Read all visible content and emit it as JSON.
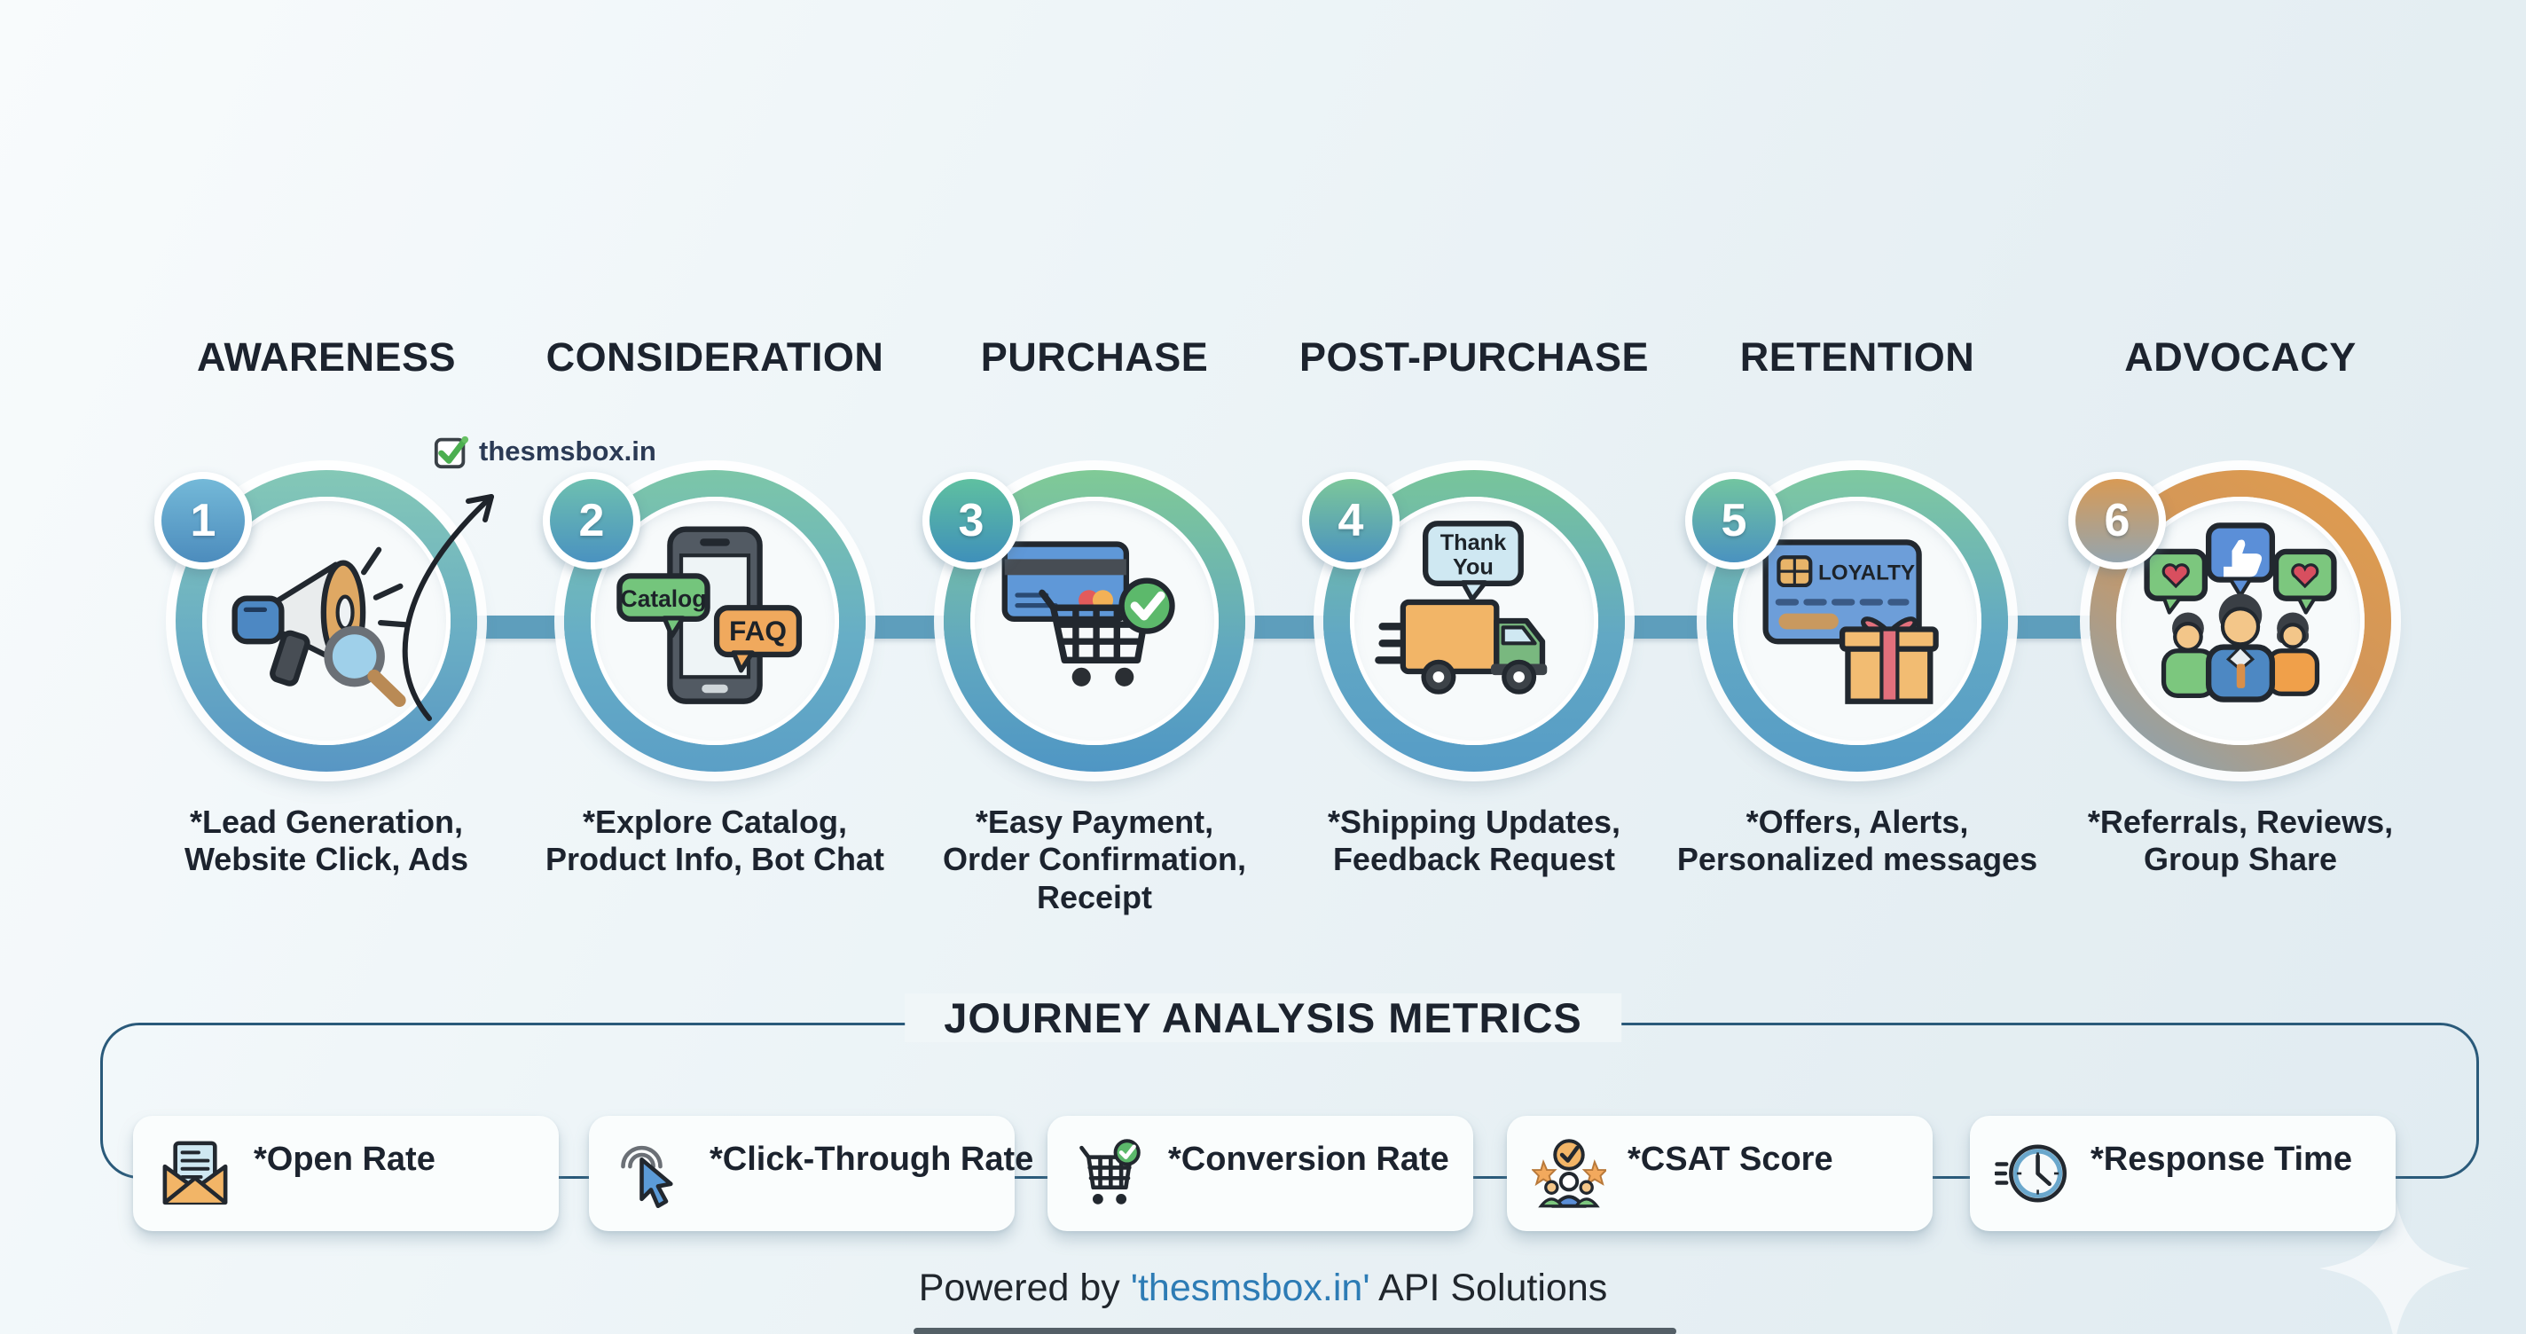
{
  "stages": [
    {
      "number": "1",
      "label": "AWARENESS",
      "icon": "megaphone-search-icon",
      "description_lines": [
        "*Lead Generation,",
        "Website Click, Ads"
      ]
    },
    {
      "number": "2",
      "label": "CONSIDERATION",
      "icon": "phone-catalog-faq-icon",
      "description_lines": [
        "*Explore Catalog,",
        "Product Info, Bot Chat"
      ]
    },
    {
      "number": "3",
      "label": "PURCHASE",
      "icon": "card-cart-check-icon",
      "description_lines": [
        "*Easy Payment,",
        "Order Confirmation,",
        "Receipt"
      ]
    },
    {
      "number": "4",
      "label": "POST-PURCHASE",
      "icon": "thank-you-truck-icon",
      "description_lines": [
        "*Shipping Updates,",
        "Feedback Request"
      ]
    },
    {
      "number": "5",
      "label": "RETENTION",
      "icon": "loyalty-card-gift-icon",
      "description_lines": [
        "*Offers, Alerts,",
        "Personalized messages"
      ]
    },
    {
      "number": "6",
      "label": "ADVOCACY",
      "icon": "people-likes-hearts-icon",
      "description_lines": [
        "*Referrals, Reviews,",
        "Group Share"
      ]
    }
  ],
  "stage_icon_text": {
    "catalog_bubble": "Catalog",
    "faq_bubble": "FAQ",
    "thank_you_line1": "Thank",
    "thank_you_line2": "You",
    "loyalty_card": "LOYALTY"
  },
  "brand_badge": {
    "label": "thesmsbox.in",
    "icon": "checkbox-check-icon"
  },
  "metrics_section": {
    "title": "JOURNEY ANALYSIS METRICS",
    "items": [
      {
        "label": "*Open Rate",
        "icon": "open-envelope-icon"
      },
      {
        "label": "*Click-Through Rate",
        "icon": "cursor-click-icon"
      },
      {
        "label": "*Conversion Rate",
        "icon": "cart-check-icon"
      },
      {
        "label": "*CSAT Score",
        "icon": "csat-stars-icon"
      },
      {
        "label": "*Response Time",
        "icon": "clock-icon"
      }
    ]
  },
  "footer": {
    "prefix": "Powered by ",
    "brand": "'thesmsbox.in'",
    "suffix": " API Solutions"
  },
  "colors": {
    "background": "#ecf4f7",
    "connector": "#5e9ebc",
    "bracket": "#2a5a7a",
    "ring_teal": "#7cc6a8",
    "ring_blue": "#5896c4",
    "ring_green": "#80ca96",
    "ring_orange": "#e09c4e",
    "brand_blue": "#2d7cb5",
    "text_dark": "#1c232e",
    "check_green": "#5cb96b"
  }
}
